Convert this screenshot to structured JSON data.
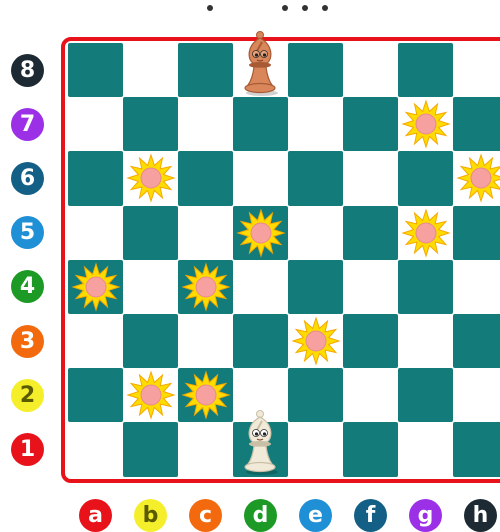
{
  "ranks": [
    {
      "label": "8",
      "bg": "#1d2a33",
      "fg": "#ffffff"
    },
    {
      "label": "7",
      "bg": "#9b30e6",
      "fg": "#ffffff"
    },
    {
      "label": "6",
      "bg": "#145f86",
      "fg": "#ffffff"
    },
    {
      "label": "5",
      "bg": "#1f8fd6",
      "fg": "#ffffff"
    },
    {
      "label": "4",
      "bg": "#1d9a25",
      "fg": "#ffffff"
    },
    {
      "label": "3",
      "bg": "#f26a0d",
      "fg": "#ffffff"
    },
    {
      "label": "2",
      "bg": "#f5ee2a",
      "fg": "#5a5a00"
    },
    {
      "label": "1",
      "bg": "#e8121a",
      "fg": "#ffffff"
    }
  ],
  "files": [
    {
      "label": "a",
      "bg": "#e8121a",
      "fg": "#ffffff"
    },
    {
      "label": "b",
      "bg": "#f5ee2a",
      "fg": "#5a5a00"
    },
    {
      "label": "c",
      "bg": "#f26a0d",
      "fg": "#ffffff"
    },
    {
      "label": "d",
      "bg": "#1d9a25",
      "fg": "#ffffff"
    },
    {
      "label": "e",
      "bg": "#1f8fd6",
      "fg": "#ffffff"
    },
    {
      "label": "f",
      "bg": "#145f86",
      "fg": "#ffffff"
    },
    {
      "label": "g",
      "bg": "#9b30e6",
      "fg": "#ffffff"
    },
    {
      "label": "h",
      "bg": "#1d2a33",
      "fg": "#ffffff"
    }
  ],
  "colors": {
    "dark_square": "#137c7a",
    "light_square": "#ffffff",
    "frame": "#e8121a",
    "flower_petal": "#ffdc00",
    "flower_center": "#f6a0a0"
  },
  "flowers": [
    "g7",
    "h6",
    "b6",
    "d5",
    "g5",
    "a4",
    "c4",
    "e3",
    "b2",
    "c2"
  ],
  "pieces": [
    {
      "type": "bishop",
      "color": "black",
      "square": "d8",
      "icon": "bishop-icon"
    },
    {
      "type": "bishop",
      "color": "white",
      "square": "d1",
      "icon": "bishop-icon"
    }
  ]
}
